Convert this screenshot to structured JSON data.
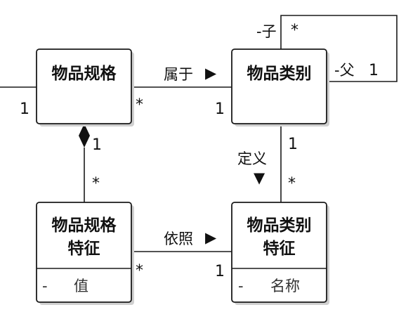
{
  "classes": {
    "spec": {
      "name": "物品规格"
    },
    "category": {
      "name": "物品类别"
    },
    "spec_feature": {
      "name_line1": "物品规格",
      "name_line2": "特征",
      "attr_vis": "-",
      "attr_name": "值"
    },
    "category_feature": {
      "name_line1": "物品类别",
      "name_line2": "特征",
      "attr_vis": "-",
      "attr_name": "名称"
    }
  },
  "associations": {
    "left_stub": {
      "mult": "1"
    },
    "belongs_to": {
      "label": "属于",
      "arrow": "▶",
      "mult_spec": "*",
      "mult_category": "1"
    },
    "self_ref": {
      "child": "-子",
      "child_mult": "*",
      "parent": "-父",
      "parent_mult": "1"
    },
    "composition": {
      "mult_spec": "1",
      "mult_feature": "*"
    },
    "defines": {
      "label": "定义",
      "arrow": "▼",
      "mult_category": "1",
      "mult_feature": "*"
    },
    "according_to": {
      "label": "依照",
      "arrow": "▶",
      "mult_spec_feature": "*",
      "mult_category_feature": "1"
    }
  }
}
